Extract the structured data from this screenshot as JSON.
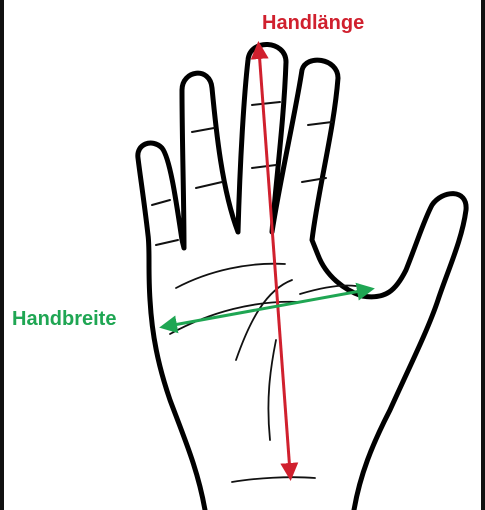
{
  "labels": {
    "hand_length": "Handlänge",
    "hand_width": "Handbreite"
  },
  "colors": {
    "hand_length": "#d0202e",
    "hand_width": "#1fa653",
    "outline": "#000000",
    "crease": "#111111"
  },
  "icons": {
    "hand": "hand-palm-outline-icon",
    "length_arrow": "double-headed-arrow-vertical",
    "width_arrow": "double-headed-arrow-horizontal"
  }
}
